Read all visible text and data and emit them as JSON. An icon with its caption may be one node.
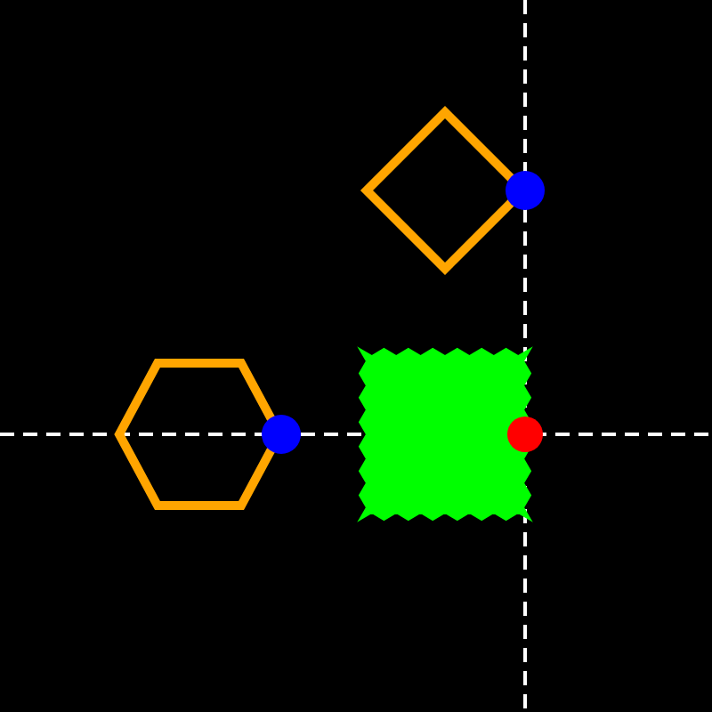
{
  "diagram": {
    "nodes": [
      {
        "text": [],
        "shape": "diamond"
      },
      {
        "text": [],
        "shape": "circle"
      },
      {
        "text": [],
        "shape": "hexagon"
      },
      {
        "text": [],
        "shape": "circle"
      },
      {
        "text": [],
        "shape": "box"
      },
      {
        "text": [],
        "shape": "circle"
      }
    ]
  }
}
